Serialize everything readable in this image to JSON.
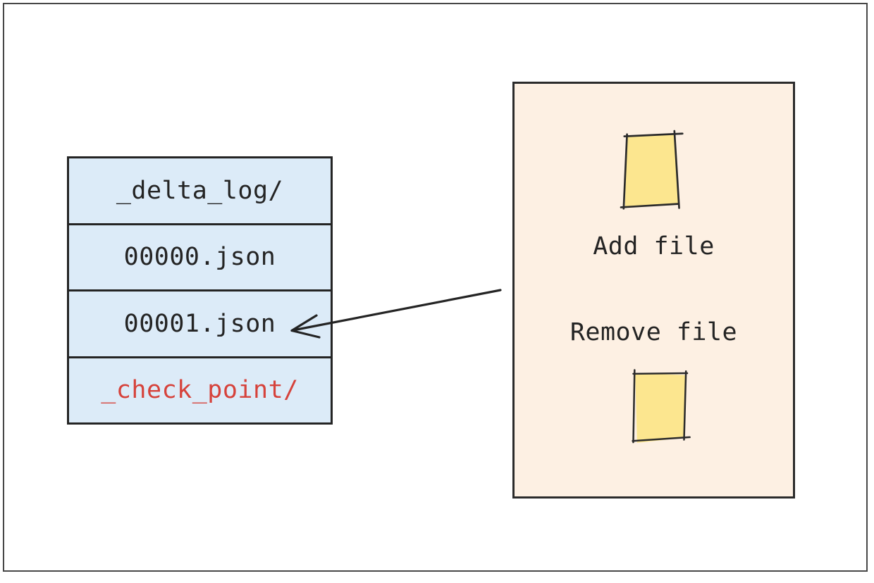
{
  "table": {
    "rows": [
      {
        "label": "_delta_log/"
      },
      {
        "label": "00000.json"
      },
      {
        "label": "00001.json"
      },
      {
        "label": "_check_point/"
      }
    ]
  },
  "panel": {
    "add_label": "Add file",
    "remove_label": "Remove file"
  },
  "colors": {
    "row_fill": "#dcebf8",
    "panel_fill": "#fdf0e3",
    "note_fill": "#fce68f",
    "highlight_red": "#d6423b",
    "ink": "#242424",
    "frame_gray": "#474747"
  }
}
